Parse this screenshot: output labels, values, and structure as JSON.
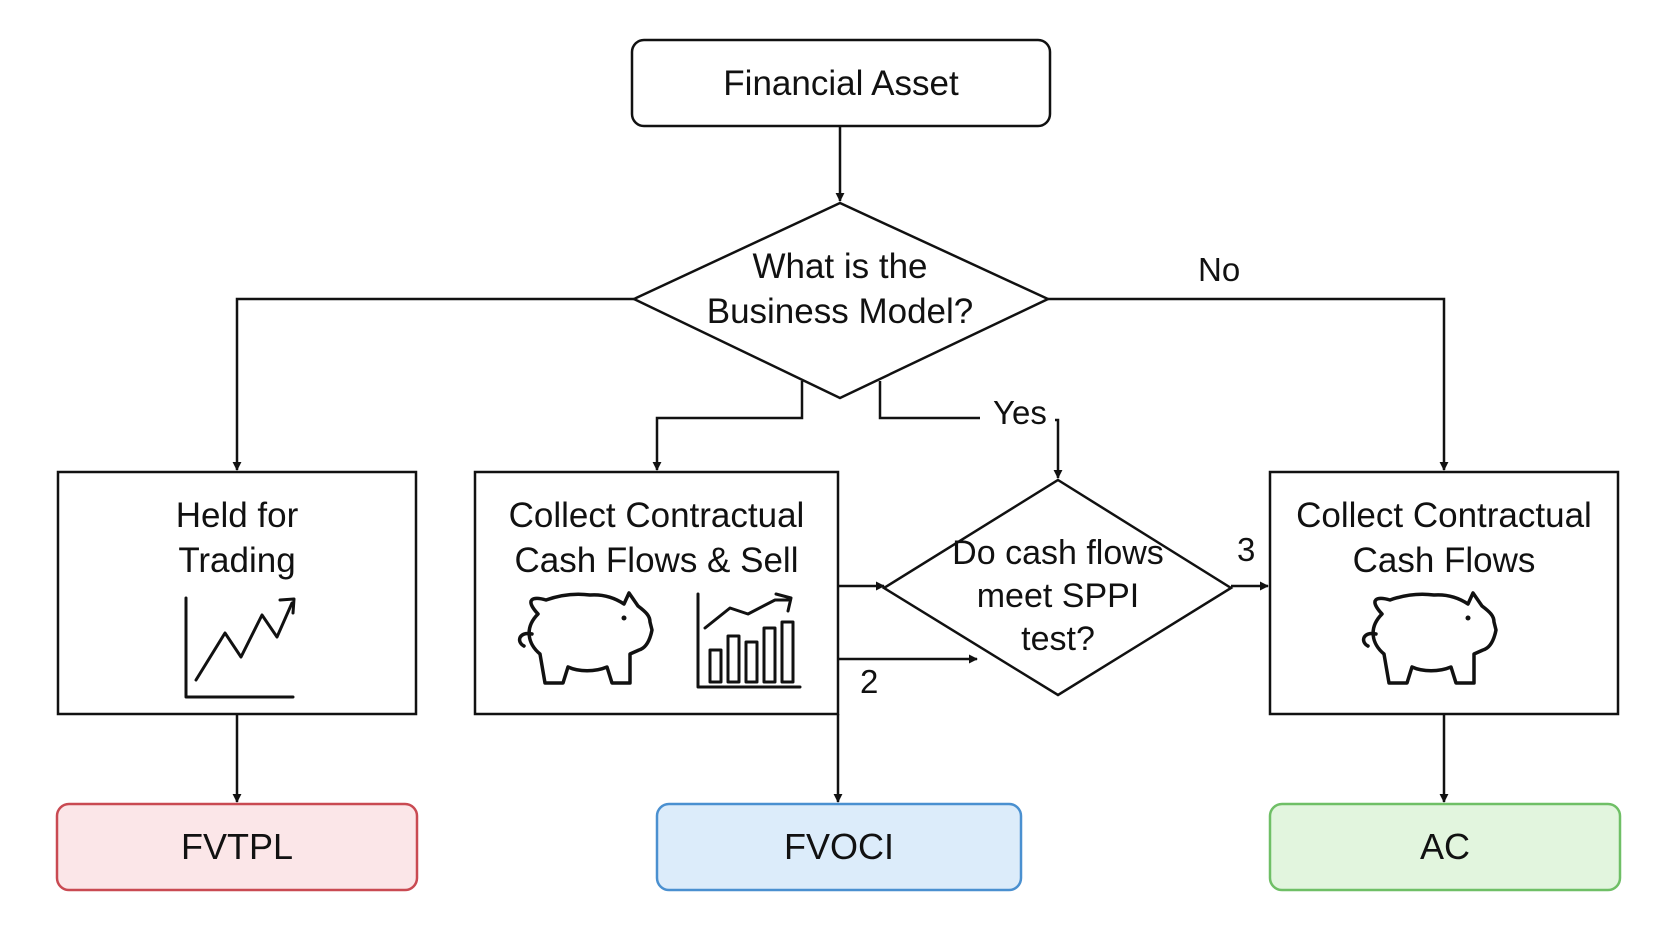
{
  "nodes": {
    "financial_asset": {
      "label": "Financial Asset"
    },
    "business_model": {
      "line1": "What is the",
      "line2": "Business Model?"
    },
    "held_for_trading": {
      "line1": "Held for",
      "line2": "Trading",
      "icon": "chart-up-icon"
    },
    "collect_and_sell": {
      "line1": "Collect Contractual",
      "line2": "Cash Flows & Sell",
      "icons": [
        "piggy-bank-icon",
        "bar-chart-icon"
      ]
    },
    "sppi_test": {
      "line1": "Do cash flows",
      "line2": "meet SPPI",
      "line3": "test?"
    },
    "collect_cash_flows": {
      "line1": "Collect Contractual",
      "line2": "Cash Flows",
      "icon": "piggy-bank-icon"
    }
  },
  "outcomes": {
    "fvtpl": {
      "label": "FVTPL",
      "fill": "#fbe6e8",
      "stroke": "#c94a52"
    },
    "fvoci": {
      "label": "FVOCI",
      "fill": "#dcecfa",
      "stroke": "#4a90d0"
    },
    "ac": {
      "label": "AC",
      "fill": "#e2f5de",
      "stroke": "#6fbf66"
    }
  },
  "edge_labels": {
    "no": "No",
    "yes": "Yes",
    "two": "2",
    "three": "3"
  }
}
